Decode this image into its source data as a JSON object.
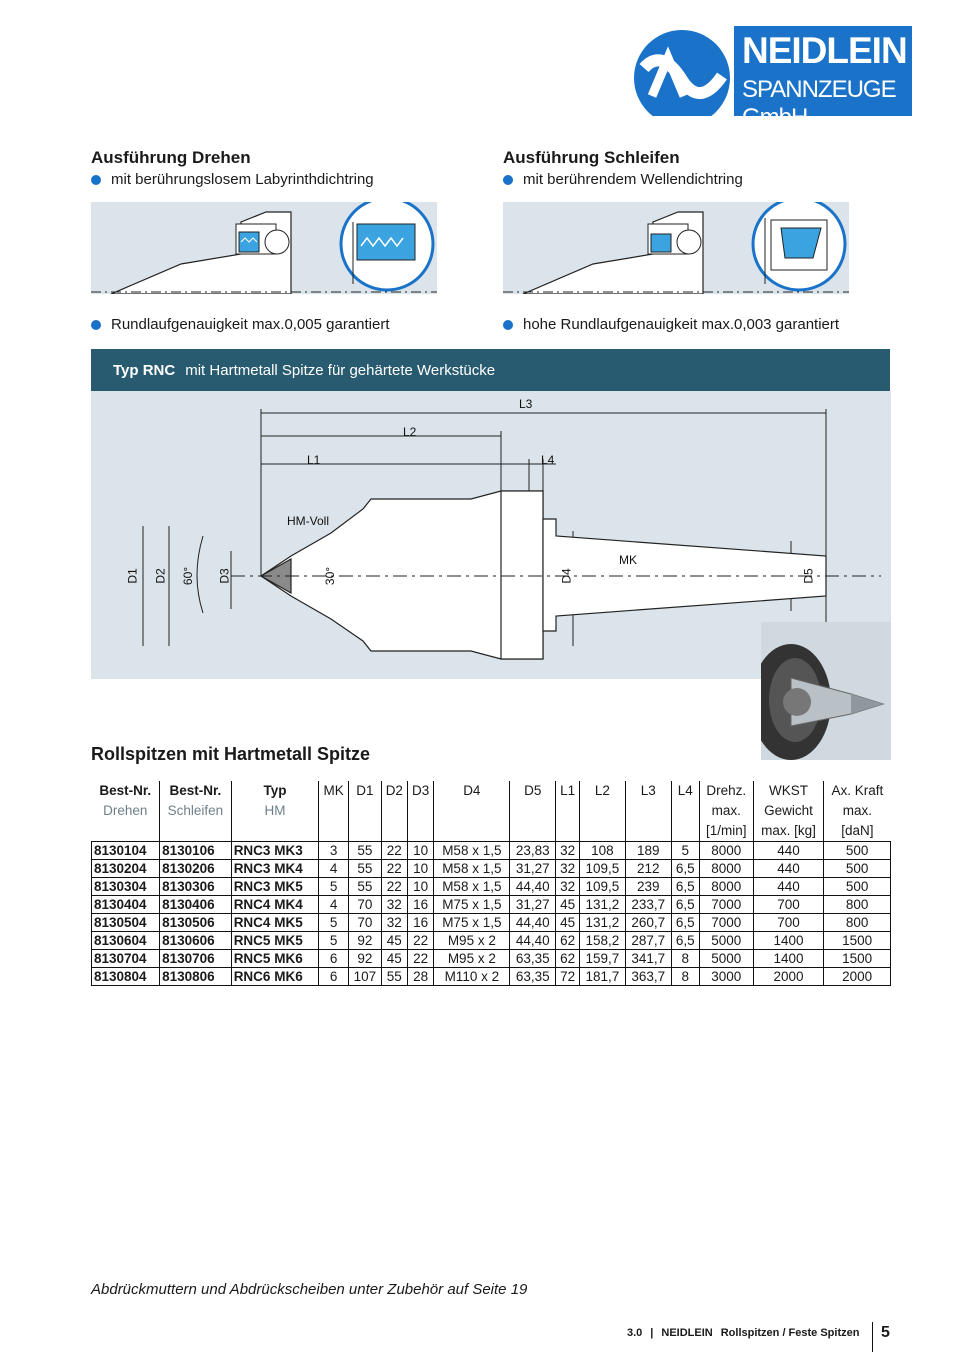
{
  "brand": {
    "name": "NEIDLEIN",
    "subtitle": "SPANNZEUGE GmbH",
    "blue": "#1a73c9"
  },
  "left_section": {
    "title": "Ausführung Drehen",
    "bullet": "mit berührungslosem Labyrinthdichtring",
    "accuracy": "Rundlaufgenauigkeit max.0,005 garantiert"
  },
  "right_section": {
    "title": "Ausführung Schleifen",
    "bullet": "mit berührendem Wellendichtring",
    "accuracy": "hohe Rundlaufgenauigkeit max.0,003 garantiert"
  },
  "banner": {
    "type": "Typ RNC",
    "text": "mit Hartmetall Spitze für gehärtete Werkstücke",
    "color": "#285b70"
  },
  "drawing": {
    "labels": {
      "L1": "L1",
      "L2": "L2",
      "L3": "L3",
      "L4": "L4",
      "hm": "HM-Voll",
      "mk": "MK",
      "D1": "D1",
      "D2": "D2",
      "angle60": "60°",
      "D3": "D3",
      "angle30": "30°",
      "D4": "D4",
      "D5": "D5"
    }
  },
  "table_title": "Rollspitzen mit Hartmetall Spitze",
  "table": {
    "headers": [
      {
        "l1": "Best-Nr.",
        "l2": "Drehen",
        "l3": ""
      },
      {
        "l1": "Best-Nr.",
        "l2": "Schleifen",
        "l3": ""
      },
      {
        "l1": "Typ",
        "l2": "HM",
        "l3": ""
      },
      {
        "l1": "MK",
        "l2": "",
        "l3": ""
      },
      {
        "l1": "D1",
        "l2": "",
        "l3": ""
      },
      {
        "l1": "D2",
        "l2": "",
        "l3": ""
      },
      {
        "l1": "D3",
        "l2": "",
        "l3": ""
      },
      {
        "l1": "D4",
        "l2": "",
        "l3": ""
      },
      {
        "l1": "D5",
        "l2": "",
        "l3": ""
      },
      {
        "l1": "L1",
        "l2": "",
        "l3": ""
      },
      {
        "l1": "L2",
        "l2": "",
        "l3": ""
      },
      {
        "l1": "L3",
        "l2": "",
        "l3": ""
      },
      {
        "l1": "L4",
        "l2": "",
        "l3": ""
      },
      {
        "l1": "Drehz.",
        "l2": "max.",
        "l3": "[1/min]"
      },
      {
        "l1": "WKST",
        "l2": "Gewicht",
        "l3": "max. [kg]"
      },
      {
        "l1": "Ax. Kraft",
        "l2": "max.",
        "l3": "[daN]"
      }
    ],
    "rows": [
      [
        "8130104",
        "8130106",
        "RNC3 MK3",
        "3",
        "55",
        "22",
        "10",
        "M58 x 1,5",
        "23,83",
        "32",
        "108",
        "189",
        "5",
        "8000",
        "440",
        "500"
      ],
      [
        "8130204",
        "8130206",
        "RNC3 MK4",
        "4",
        "55",
        "22",
        "10",
        "M58 x 1,5",
        "31,27",
        "32",
        "109,5",
        "212",
        "6,5",
        "8000",
        "440",
        "500"
      ],
      [
        "8130304",
        "8130306",
        "RNC3 MK5",
        "5",
        "55",
        "22",
        "10",
        "M58 x 1,5",
        "44,40",
        "32",
        "109,5",
        "239",
        "6,5",
        "8000",
        "440",
        "500"
      ],
      [
        "8130404",
        "8130406",
        "RNC4 MK4",
        "4",
        "70",
        "32",
        "16",
        "M75 x 1,5",
        "31,27",
        "45",
        "131,2",
        "233,7",
        "6,5",
        "7000",
        "700",
        "800"
      ],
      [
        "8130504",
        "8130506",
        "RNC4 MK5",
        "5",
        "70",
        "32",
        "16",
        "M75 x 1,5",
        "44,40",
        "45",
        "131,2",
        "260,7",
        "6,5",
        "7000",
        "700",
        "800"
      ],
      [
        "8130604",
        "8130606",
        "RNC5 MK5",
        "5",
        "92",
        "45",
        "22",
        "M95 x 2",
        "44,40",
        "62",
        "158,2",
        "287,7",
        "6,5",
        "5000",
        "1400",
        "1500"
      ],
      [
        "8130704",
        "8130706",
        "RNC5 MK6",
        "6",
        "92",
        "45",
        "22",
        "M95 x 2",
        "63,35",
        "62",
        "159,7",
        "341,7",
        "8",
        "5000",
        "1400",
        "1500"
      ],
      [
        "8130804",
        "8130806",
        "RNC6 MK6",
        "6",
        "107",
        "55",
        "28",
        "M110 x 2",
        "63,35",
        "72",
        "181,7",
        "363,7",
        "8",
        "3000",
        "2000",
        "2000"
      ]
    ]
  },
  "footer_note": "Abdrückmuttern und Abdrückscheiben unter Zubehör auf Seite 19",
  "footer": {
    "section": "3.0",
    "brand": "NEIDLEIN",
    "title": "Rollspitzen / Feste Spitzen",
    "page": "5"
  }
}
